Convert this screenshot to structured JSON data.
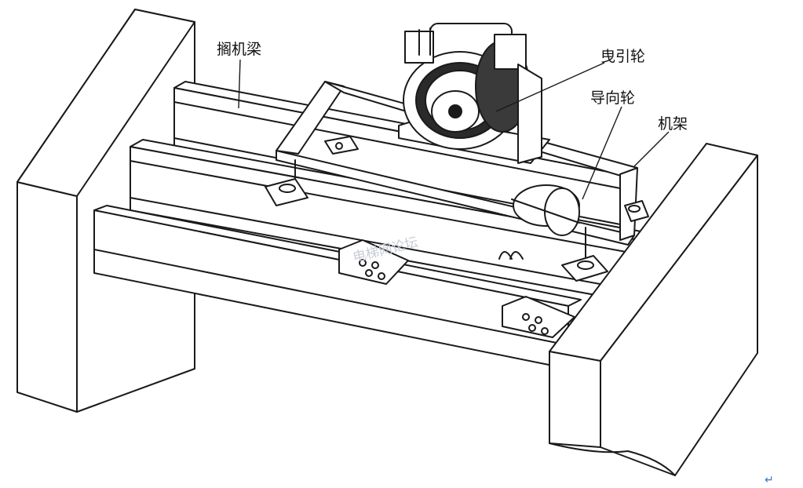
{
  "labels": {
    "machine_beam": "搁机梁",
    "traction_sheave": "曳引轮",
    "guide_sheave": "导向轮",
    "machine_frame": "机架"
  },
  "watermark": "电梯网论坛",
  "return_mark": "↵",
  "colors": {
    "line": "#1a1a1a",
    "fill": "#ffffff",
    "text": "#111111",
    "watermark": "#c8ccd6",
    "return_mark": "#3a6fd0"
  }
}
